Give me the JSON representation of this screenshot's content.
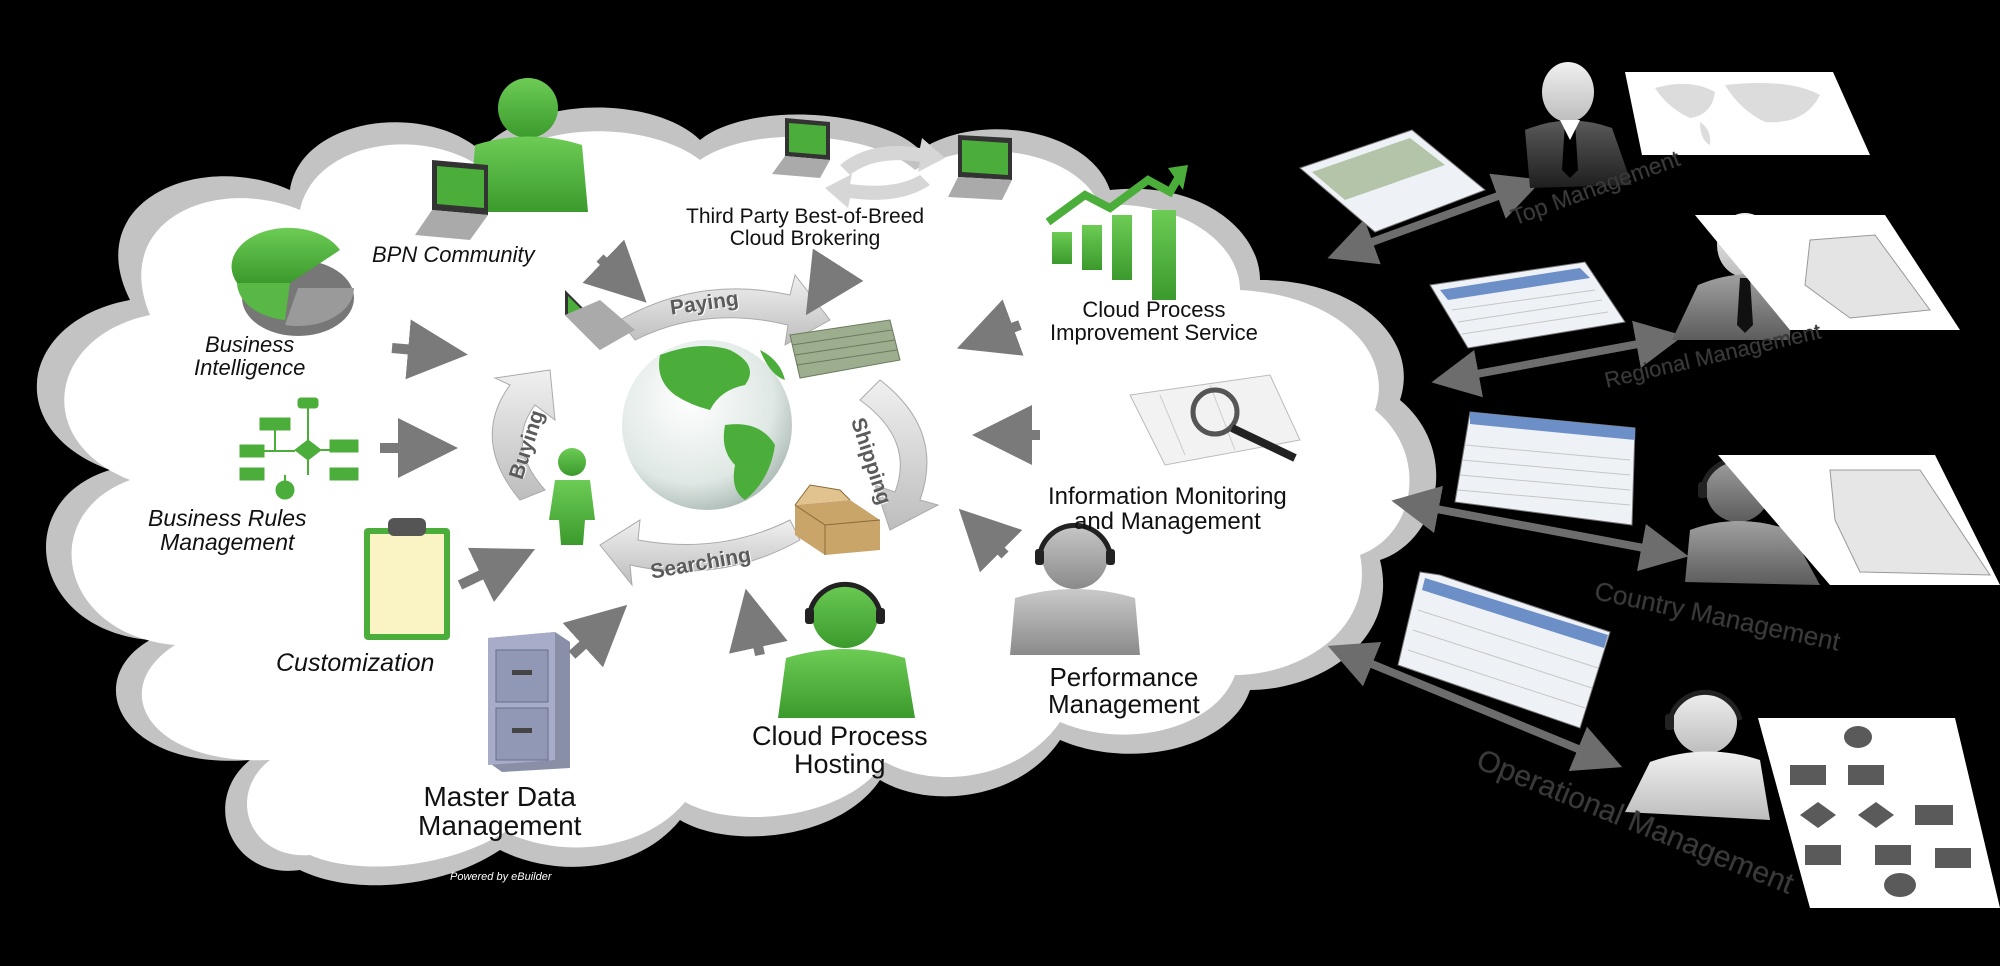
{
  "cloud_labels": {
    "bpn_community": "BPN Community",
    "third_party_line1": "Third Party Best-of-Breed",
    "third_party_line2": "Cloud Brokering",
    "cloud_process_improvement_line1": "Cloud Process",
    "cloud_process_improvement_line2": "Improvement Service",
    "business_intelligence_line1": "Business",
    "business_intelligence_line2": "Intelligence",
    "business_rules_line1": "Business Rules",
    "business_rules_line2": "Management",
    "information_monitoring_line1": "Information Monitoring",
    "information_monitoring_line2": "and Management",
    "customization": "Customization",
    "performance_line1": "Performance",
    "performance_line2": "Management",
    "cloud_hosting_line1": "Cloud Process",
    "cloud_hosting_line2": "Hosting",
    "master_data_line1": "Master Data",
    "master_data_line2": "Management"
  },
  "cycle_labels": {
    "paying": "Paying",
    "shipping": "Shipping",
    "searching": "Searching",
    "buying": "Buying"
  },
  "management_levels": {
    "top": "Top Management",
    "regional": "Regional Management",
    "country": "Country Management",
    "operational": "Operational Management"
  },
  "footer": {
    "powered_by": "Powered by eBuilder"
  },
  "colors": {
    "background": "#000000",
    "cloud_fill": "#ffffff",
    "cloud_rim": "#bdbdbd",
    "accent_green": "#4cae3a",
    "arrow_gray": "#7a7a7a",
    "figure_gray": "#8d8d8d"
  },
  "icons": [
    "person-icon",
    "laptop-icon",
    "pie-chart-icon",
    "flowchart-icon",
    "clipboard-icon",
    "file-cabinet-icon",
    "headset-person-icon",
    "globe-icon",
    "money-stack-icon",
    "box-icon",
    "bar-chart-growth-icon",
    "magnifier-map-icon",
    "sync-arrows-icon",
    "world-map-icon",
    "dashboard-screen-icon"
  ]
}
